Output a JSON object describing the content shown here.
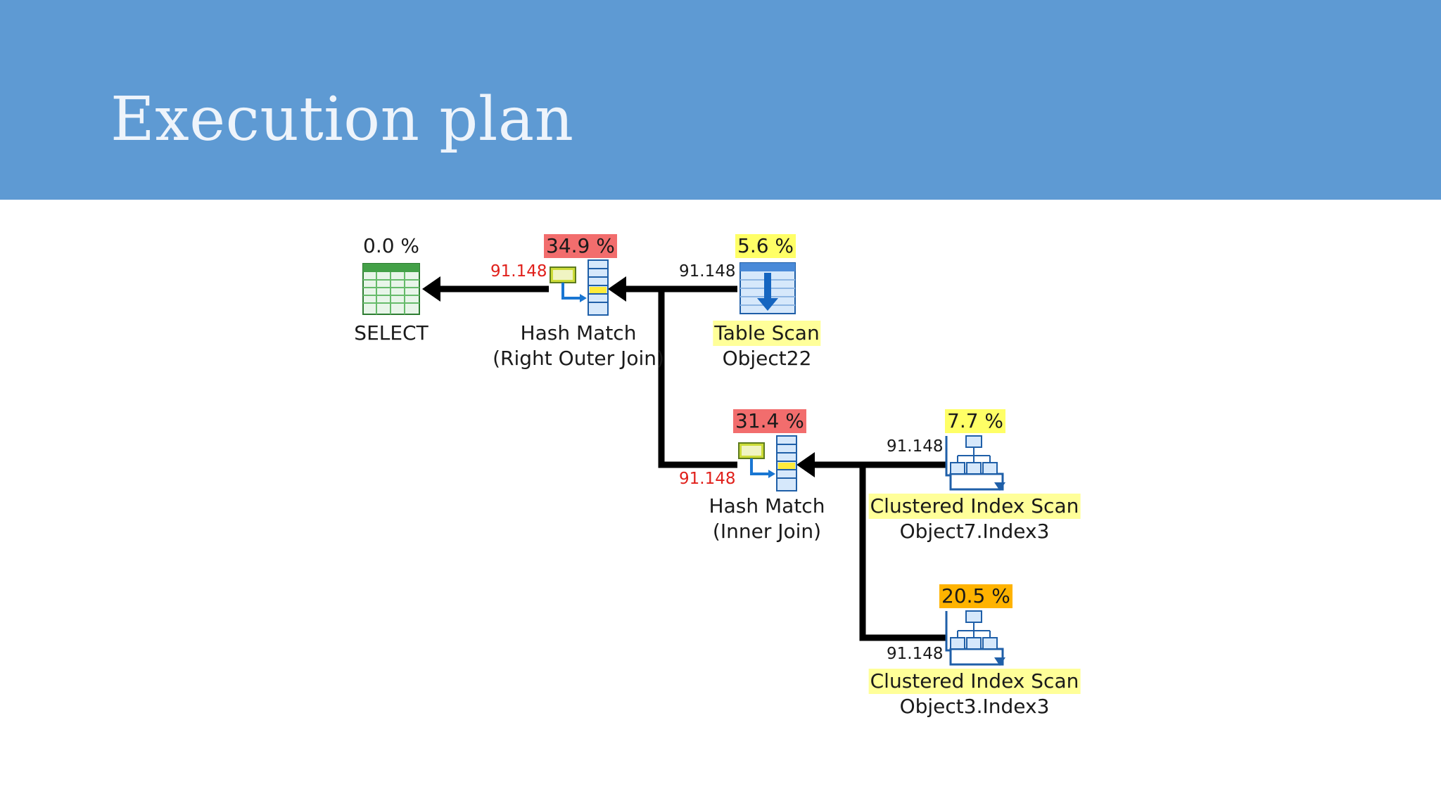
{
  "slide": {
    "title": "Execution plan"
  },
  "colors": {
    "header_bg": "#5e9ad3",
    "high_cost": "#f26d6d",
    "medium_cost": "#ffb300",
    "low_cost": "#ffff66",
    "label_highlight": "#ffff99",
    "rows_warning": "#e0201b"
  },
  "nodes": {
    "select": {
      "cost": "0.0 %",
      "label": "SELECT",
      "icon": "select-result-grid-icon"
    },
    "hash_outer": {
      "cost": "34.9 %",
      "label": "Hash Match",
      "sublabel": "(Right Outer Join)",
      "icon": "hash-match-icon"
    },
    "table_scan": {
      "cost": "5.6 %",
      "label": "Table Scan",
      "sublabel": "Object22",
      "icon": "table-scan-icon"
    },
    "hash_inner": {
      "cost": "31.4 %",
      "label": "Hash Match",
      "sublabel": "(Inner Join)",
      "icon": "hash-match-icon"
    },
    "ci_scan_1": {
      "cost": "7.7 %",
      "label": "Clustered Index Scan",
      "sublabel": "Object7.Index3",
      "icon": "clustered-index-scan-icon"
    },
    "ci_scan_2": {
      "cost": "20.5 %",
      "label": "Clustered Index Scan",
      "sublabel": "Object3.Index3",
      "icon": "clustered-index-scan-icon"
    }
  },
  "edges": {
    "hash_outer_to_select": "91.148",
    "table_scan_to_hash_outer": "91.148",
    "hash_inner_to_hash_outer": "91.148",
    "ci_scan_1_to_hash_inner": "91.148",
    "ci_scan_2_to_hash_inner": "91.148"
  }
}
